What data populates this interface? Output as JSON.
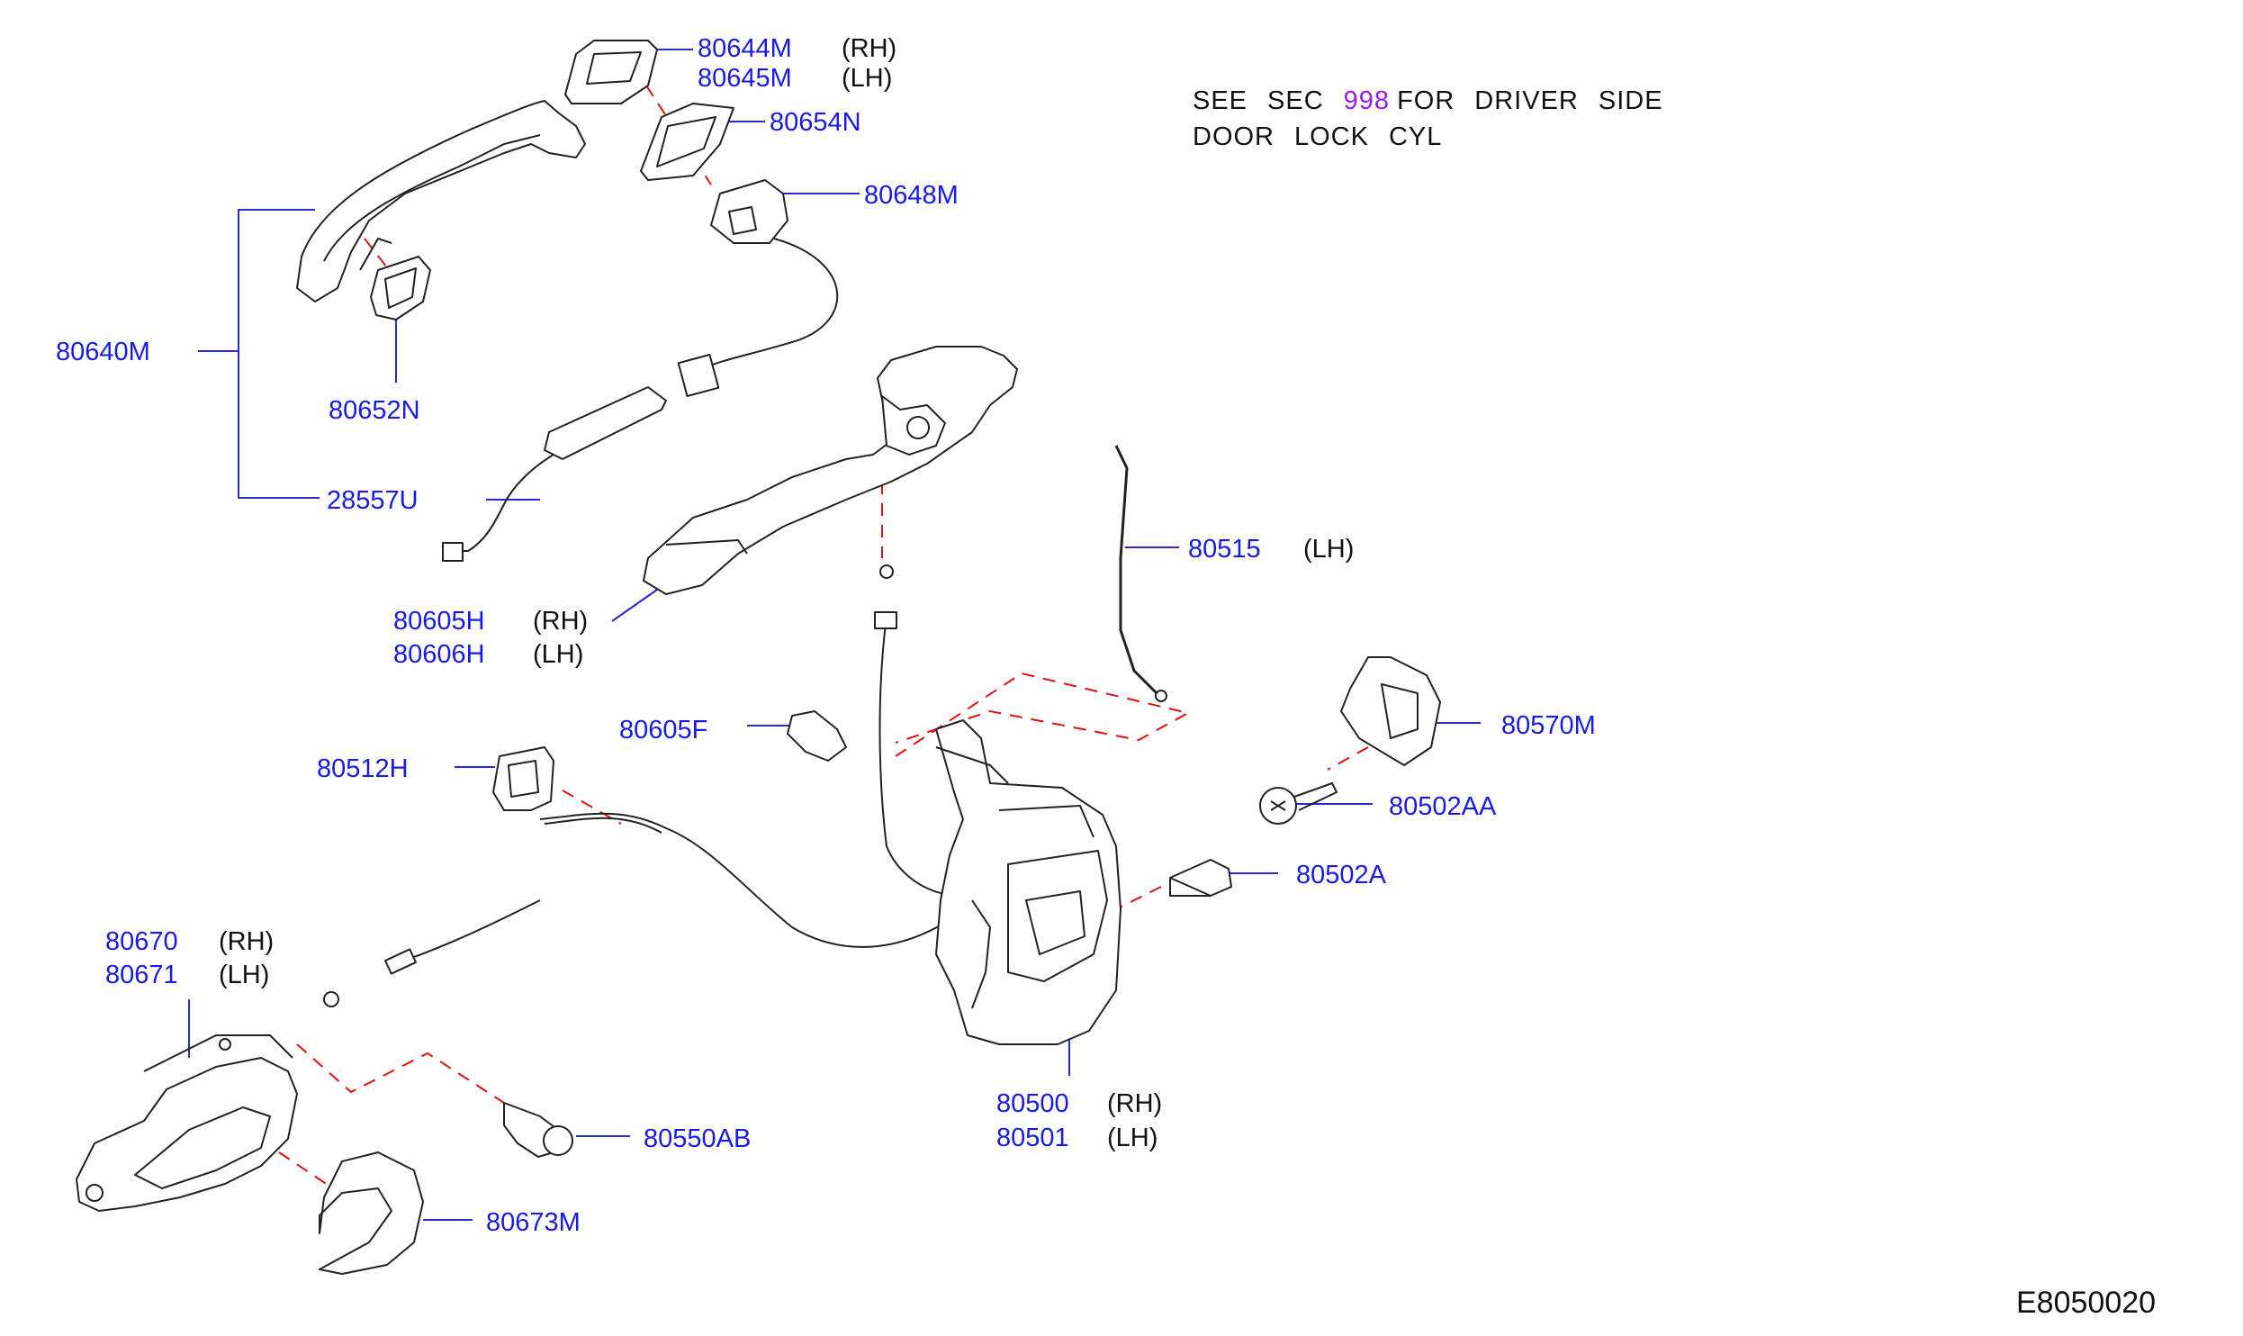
{
  "diagram_code": "E8050020",
  "note": {
    "line1": [
      "SEE",
      "SEC",
      "998",
      "FOR",
      "DRIVER",
      "SIDE"
    ],
    "line2": [
      "DOOR",
      "LOCK",
      "CYL"
    ],
    "ref_color": "#9a1ae6"
  },
  "colors": {
    "part_number": "#1a1ae6",
    "drawing": "#222222",
    "dashed_guide": "#e01010"
  },
  "parts": [
    {
      "id": "80644M",
      "suffix": "(RH)"
    },
    {
      "id": "80645M",
      "suffix": "(LH)"
    },
    {
      "id": "80654N",
      "suffix": ""
    },
    {
      "id": "80648M",
      "suffix": ""
    },
    {
      "id": "80640M",
      "suffix": ""
    },
    {
      "id": "80652N",
      "suffix": ""
    },
    {
      "id": "28557U",
      "suffix": ""
    },
    {
      "id": "80605H",
      "suffix": "(RH)"
    },
    {
      "id": "80606H",
      "suffix": "(LH)"
    },
    {
      "id": "80515",
      "suffix": "(LH)"
    },
    {
      "id": "80605F",
      "suffix": ""
    },
    {
      "id": "80512H",
      "suffix": ""
    },
    {
      "id": "80570M",
      "suffix": ""
    },
    {
      "id": "80502AA",
      "suffix": ""
    },
    {
      "id": "80502A",
      "suffix": ""
    },
    {
      "id": "80670",
      "suffix": "(RH)"
    },
    {
      "id": "80671",
      "suffix": "(LH)"
    },
    {
      "id": "80550AB",
      "suffix": ""
    },
    {
      "id": "80500",
      "suffix": "(RH)"
    },
    {
      "id": "80501",
      "suffix": "(LH)"
    },
    {
      "id": "80673M",
      "suffix": ""
    }
  ]
}
